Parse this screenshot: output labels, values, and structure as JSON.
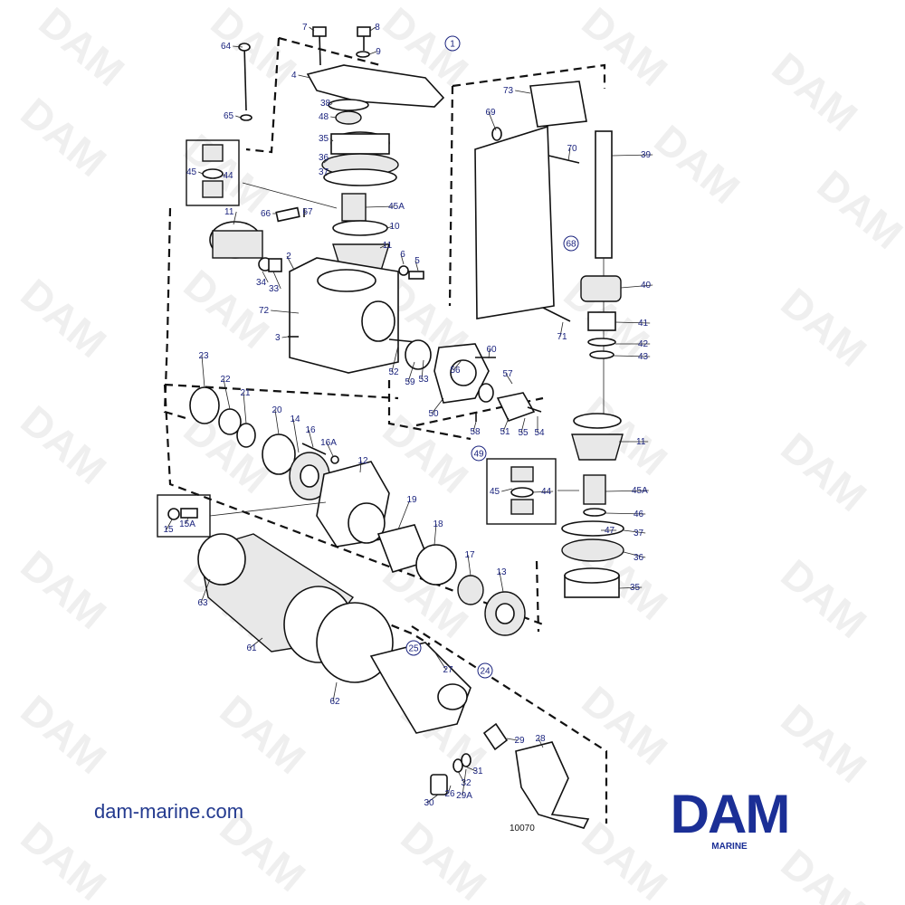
{
  "watermark": {
    "text": "DAM"
  },
  "footer": {
    "website": "dam-marine.com",
    "brand": "DAM",
    "brand_sub": "MARINE",
    "figure_number": "10070"
  },
  "group_markers": [
    "1",
    "68",
    "49",
    "25",
    "24"
  ],
  "callouts": [
    {
      "id": "c64",
      "text": "64"
    },
    {
      "id": "c7",
      "text": "7"
    },
    {
      "id": "c8",
      "text": "8"
    },
    {
      "id": "c9",
      "text": "9"
    },
    {
      "id": "c4",
      "text": "4"
    },
    {
      "id": "c38",
      "text": "38"
    },
    {
      "id": "c48",
      "text": "48"
    },
    {
      "id": "c35a",
      "text": "35"
    },
    {
      "id": "c36a",
      "text": "36"
    },
    {
      "id": "c37a",
      "text": "37"
    },
    {
      "id": "c65",
      "text": "65"
    },
    {
      "id": "c45a",
      "text": "45"
    },
    {
      "id": "c44a",
      "text": "44"
    },
    {
      "id": "c45Aa",
      "text": "45A"
    },
    {
      "id": "c66",
      "text": "66"
    },
    {
      "id": "c67",
      "text": "67"
    },
    {
      "id": "c10",
      "text": "10"
    },
    {
      "id": "c11a",
      "text": "11"
    },
    {
      "id": "c11b",
      "text": "11"
    },
    {
      "id": "c2",
      "text": "2"
    },
    {
      "id": "c34",
      "text": "34"
    },
    {
      "id": "c33",
      "text": "33"
    },
    {
      "id": "c6",
      "text": "6"
    },
    {
      "id": "c5",
      "text": "5"
    },
    {
      "id": "c72",
      "text": "72"
    },
    {
      "id": "c3",
      "text": "3"
    },
    {
      "id": "c52",
      "text": "52"
    },
    {
      "id": "c59",
      "text": "59"
    },
    {
      "id": "c53",
      "text": "53"
    },
    {
      "id": "c56",
      "text": "56"
    },
    {
      "id": "c60",
      "text": "60"
    },
    {
      "id": "c57",
      "text": "57"
    },
    {
      "id": "c50",
      "text": "50"
    },
    {
      "id": "c58",
      "text": "58"
    },
    {
      "id": "c51",
      "text": "51"
    },
    {
      "id": "c55",
      "text": "55"
    },
    {
      "id": "c54",
      "text": "54"
    },
    {
      "id": "c73",
      "text": "73"
    },
    {
      "id": "c69",
      "text": "69"
    },
    {
      "id": "c70",
      "text": "70"
    },
    {
      "id": "c39",
      "text": "39"
    },
    {
      "id": "c40",
      "text": "40"
    },
    {
      "id": "c41",
      "text": "41"
    },
    {
      "id": "c42",
      "text": "42"
    },
    {
      "id": "c43",
      "text": "43"
    },
    {
      "id": "c71",
      "text": "71"
    },
    {
      "id": "c11c",
      "text": "11"
    },
    {
      "id": "c45b",
      "text": "45"
    },
    {
      "id": "c44b",
      "text": "44"
    },
    {
      "id": "c45Ab",
      "text": "45A"
    },
    {
      "id": "c46",
      "text": "46"
    },
    {
      "id": "c47",
      "text": "47"
    },
    {
      "id": "c37b",
      "text": "37"
    },
    {
      "id": "c36b",
      "text": "36"
    },
    {
      "id": "c35b",
      "text": "35"
    },
    {
      "id": "c23",
      "text": "23"
    },
    {
      "id": "c22",
      "text": "22"
    },
    {
      "id": "c21",
      "text": "21"
    },
    {
      "id": "c20",
      "text": "20"
    },
    {
      "id": "c14",
      "text": "14"
    },
    {
      "id": "c16",
      "text": "16"
    },
    {
      "id": "c16A",
      "text": "16A"
    },
    {
      "id": "c12",
      "text": "12"
    },
    {
      "id": "c15",
      "text": "15"
    },
    {
      "id": "c15A",
      "text": "15A"
    },
    {
      "id": "c19",
      "text": "19"
    },
    {
      "id": "c18",
      "text": "18"
    },
    {
      "id": "c17",
      "text": "17"
    },
    {
      "id": "c13",
      "text": "13"
    },
    {
      "id": "c63",
      "text": "63"
    },
    {
      "id": "c61",
      "text": "61"
    },
    {
      "id": "c62",
      "text": "62"
    },
    {
      "id": "c27",
      "text": "27"
    },
    {
      "id": "c29",
      "text": "29"
    },
    {
      "id": "c28",
      "text": "28"
    },
    {
      "id": "c31",
      "text": "31"
    },
    {
      "id": "c32",
      "text": "32"
    },
    {
      "id": "c26",
      "text": "26"
    },
    {
      "id": "c29A",
      "text": "29A"
    },
    {
      "id": "c30",
      "text": "30"
    }
  ],
  "colors": {
    "label": "#1a237e",
    "brand": "#1b2f96",
    "line": "#111111",
    "watermark": "#e2e2e2"
  }
}
